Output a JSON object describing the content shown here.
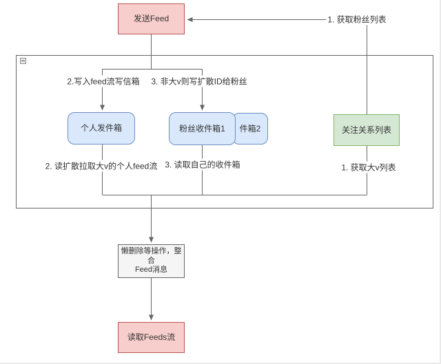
{
  "diagram": {
    "nodes": {
      "send_feed": {
        "label": "发送Feed"
      },
      "personal_outbox": {
        "label": "个人发件箱"
      },
      "fan_inbox_1": {
        "label": "粉丝收件箱1"
      },
      "fan_inbox_2": {
        "label": "件箱2"
      },
      "follow_list": {
        "label": "关注关系列表"
      },
      "lazy_delete": {
        "lines": [
          "懒删除等操作，整合",
          "Feed消息"
        ]
      },
      "read_feeds": {
        "label": "读取Feeds流"
      }
    },
    "edge_labels": {
      "get_fans": "1. 获取粉丝列表",
      "write_feed": "2.写入feed流写信箱",
      "write_diffuse": "3. 非大v则写扩散ID给粉丝",
      "read_diffuse": "2. 读扩散拉取大v的个人feed流",
      "read_inbox": "3. 读取自己的收件箱",
      "get_bigv": "1. 获取大v列表"
    },
    "icons": {
      "collapse": "collapse-minus-icon"
    }
  },
  "colors": {
    "canvas-bg": "#ffffff",
    "line": "#666666",
    "text": "#333333",
    "pink-fill": "#f8cecc",
    "pink-border": "#b85450",
    "blue-fill": "#dae8fc",
    "blue-border": "#6c8ebf",
    "green-fill": "#d5e8d4",
    "green-border": "#82b366",
    "gray-fill": "#f5f5f5",
    "gray-border": "#666666",
    "container-border": "#666666",
    "label-bg": "#ffffff"
  }
}
